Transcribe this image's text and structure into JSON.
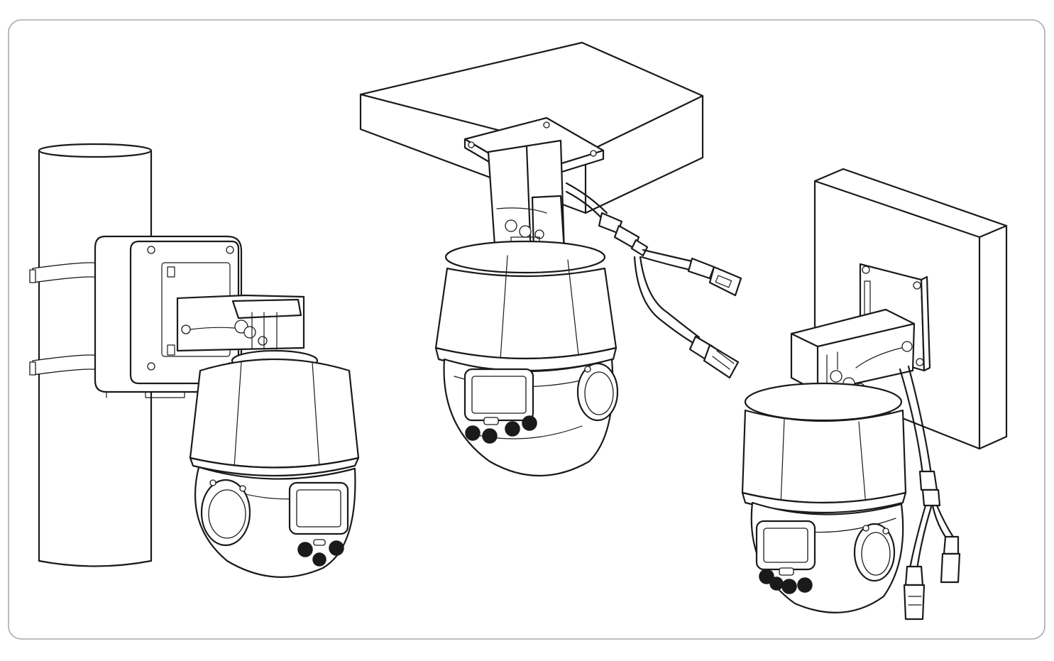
{
  "figure": {
    "colors": {
      "line": "#1a1a1a",
      "background": "#ffffff",
      "border": "#aaaaaa"
    },
    "scenes": [
      {
        "id": "pole-mount",
        "camera": "ptz-dome-camera",
        "mount": "pole-mount-bracket"
      },
      {
        "id": "ceiling-mount",
        "camera": "ptz-dome-camera",
        "mount": "ceiling-mount-bracket"
      },
      {
        "id": "wall-mount",
        "camera": "ptz-dome-camera",
        "mount": "wall-mount-bracket"
      }
    ]
  }
}
